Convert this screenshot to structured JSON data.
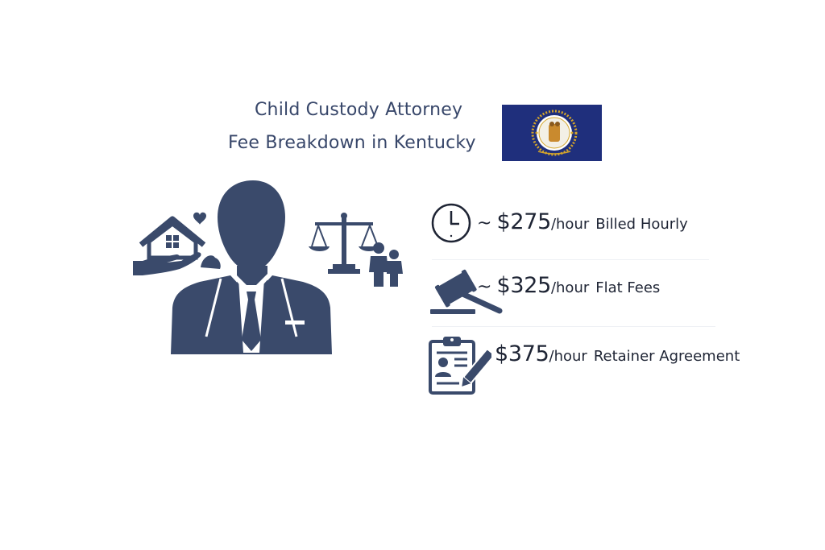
{
  "header": {
    "title_line1": "Child Custody Attorney",
    "title_line2": "Fee Breakdown in Kentucky"
  },
  "flag": {
    "name": "kentucky-flag",
    "field_color": "#1f2f7c",
    "seal_color": "#d4a52a"
  },
  "icons": {
    "attorney": "attorney-silhouette-icon",
    "property": "house-in-hand-icon",
    "scales": "scales-of-justice-icon",
    "family": "parent-child-icon",
    "clock": "clock-icon",
    "gavel": "gavel-icon",
    "contract": "contract-clipboard-icon"
  },
  "colors": {
    "icon": "#3a4a6b",
    "text": "#1e2434",
    "title": "#38476a"
  },
  "fees": [
    {
      "prefix": "~",
      "amount": "$275",
      "unit": "/hour",
      "label": "Billed Hourly"
    },
    {
      "prefix": "~",
      "amount": "$325",
      "unit": "/hour",
      "label": "Flat Fees"
    },
    {
      "prefix": "",
      "amount": "$375",
      "unit": "/hour",
      "label": "Retainer Agreement"
    }
  ]
}
